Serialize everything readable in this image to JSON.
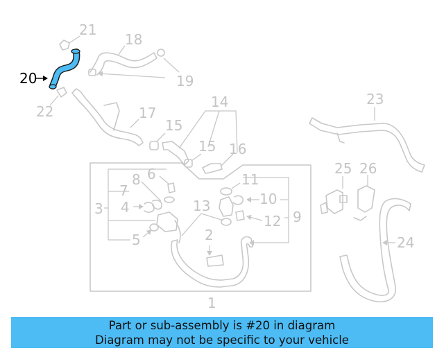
{
  "diagram": {
    "highlight_color": "#4dbcf5",
    "callouts": {
      "c1": "1",
      "c2": "2",
      "c3": "3",
      "c4": "4",
      "c5": "5",
      "c6": "6",
      "c7": "7",
      "c8": "8",
      "c9": "9",
      "c10": "10",
      "c11": "11",
      "c12": "12",
      "c13": "13",
      "c14": "14",
      "c15a": "15",
      "c15b": "15",
      "c16": "16",
      "c17": "17",
      "c18": "18",
      "c19": "19",
      "c20": "20",
      "c21": "21",
      "c22": "22",
      "c23": "23",
      "c24": "24",
      "c25": "25",
      "c26": "26"
    }
  },
  "caption": {
    "line1": "Part or sub-assembly is #20 in diagram",
    "line2": "Diagram may not be specific to your vehicle",
    "background": "#4dbcf5"
  }
}
